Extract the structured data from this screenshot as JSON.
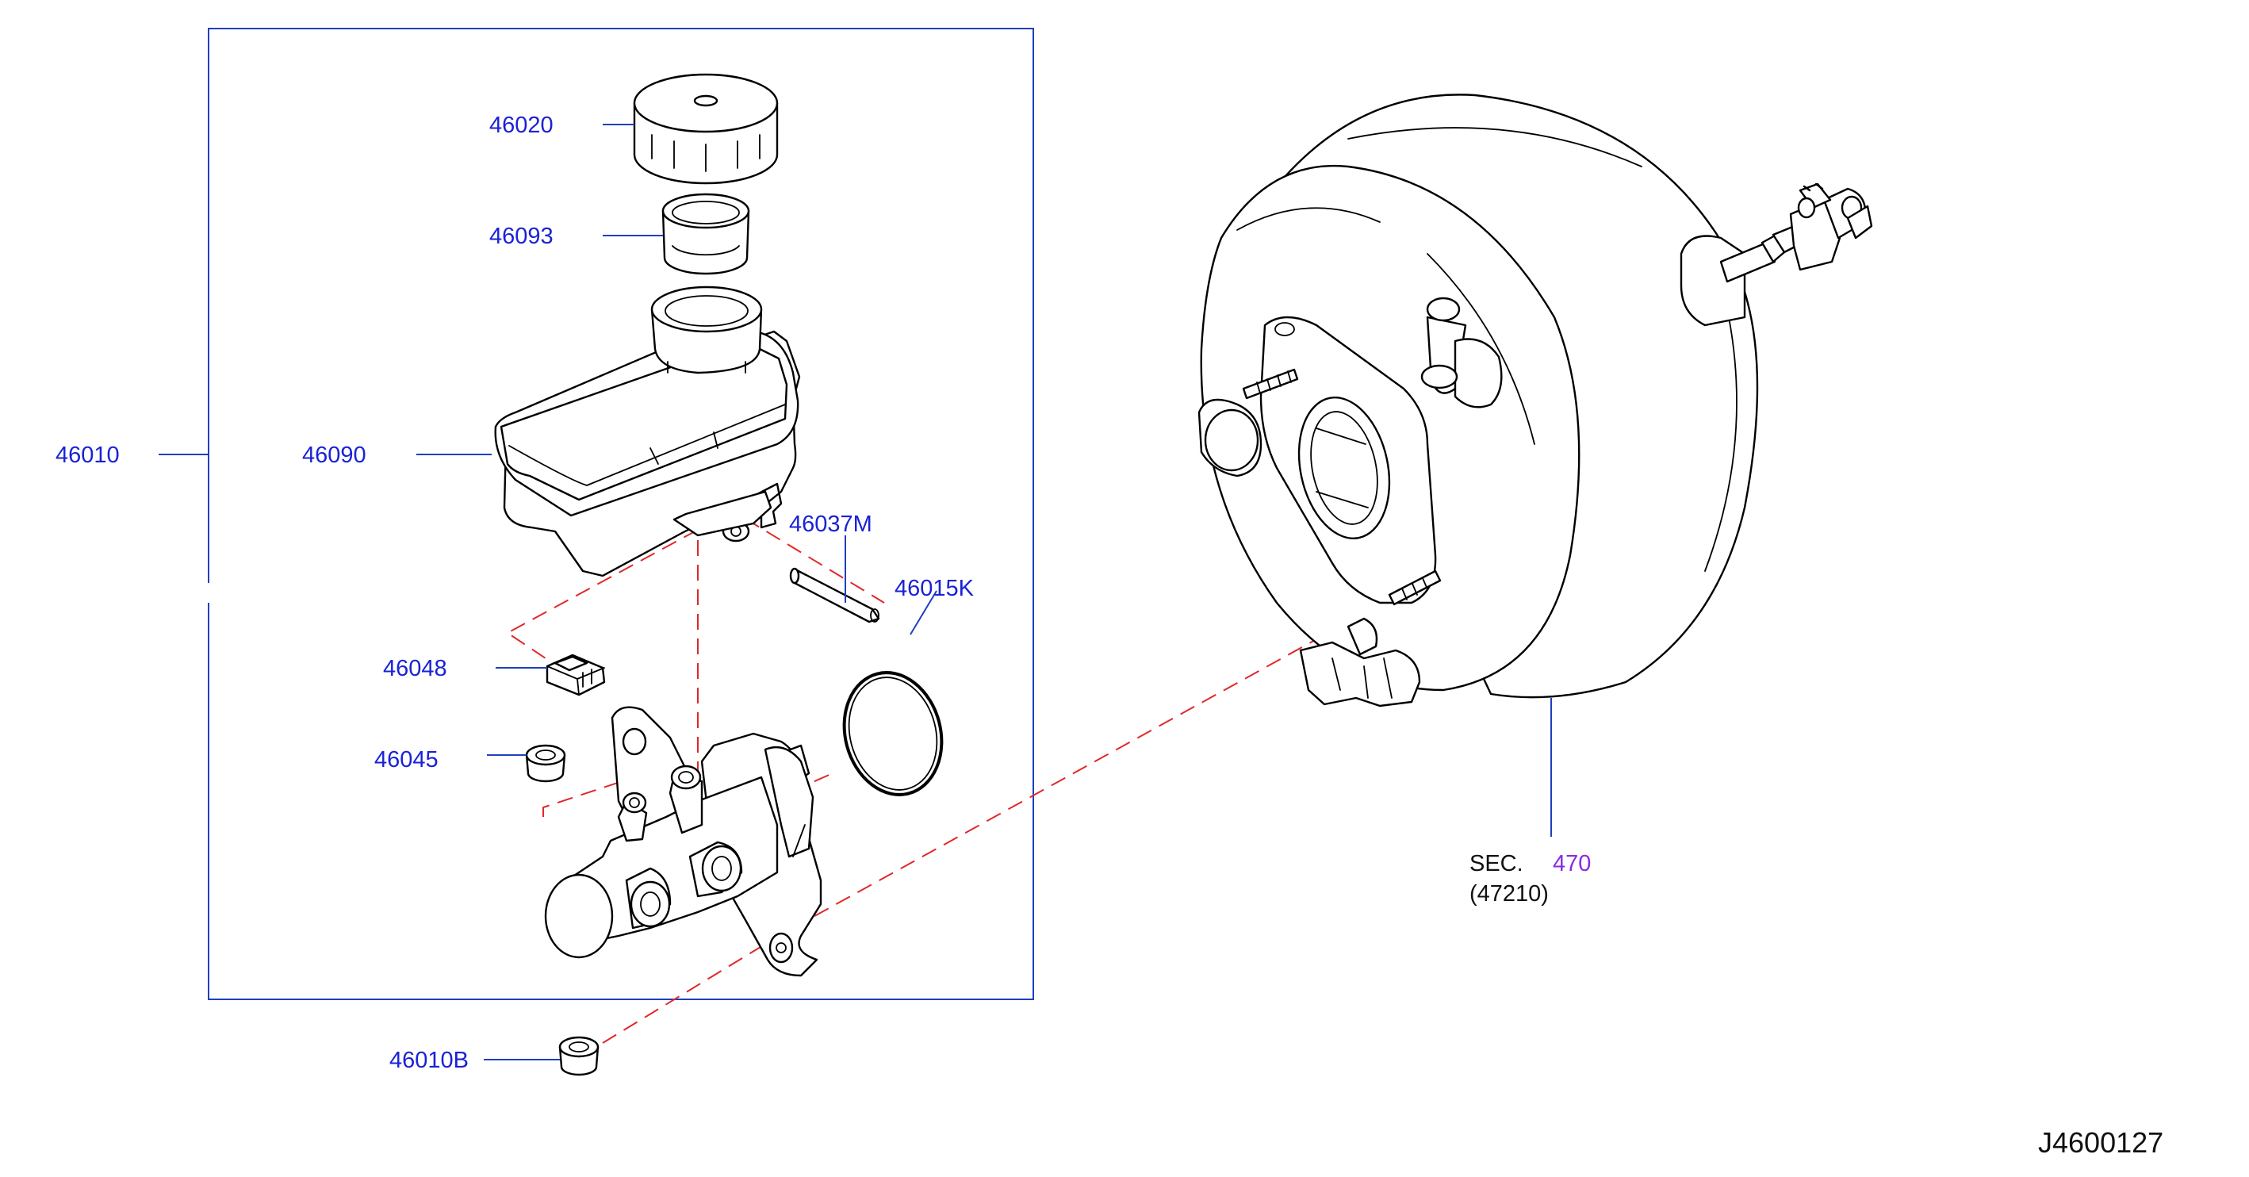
{
  "labels": {
    "p46010": "46010",
    "p46020": "46020",
    "p46093": "46093",
    "p46090": "46090",
    "p46037M": "46037M",
    "p46015K": "46015K",
    "p46048": "46048",
    "p46045": "46045",
    "p46010B": "46010B",
    "sec_prefix": "SEC.",
    "sec_number": "470",
    "sec_sub": "(47210)"
  },
  "diagram_code": "J4600127",
  "colors": {
    "label_blue": "#1a22d6",
    "leader_blue": "#1f3fbf",
    "dash_red": "#e0282a",
    "section_purple": "#8a2be2"
  }
}
